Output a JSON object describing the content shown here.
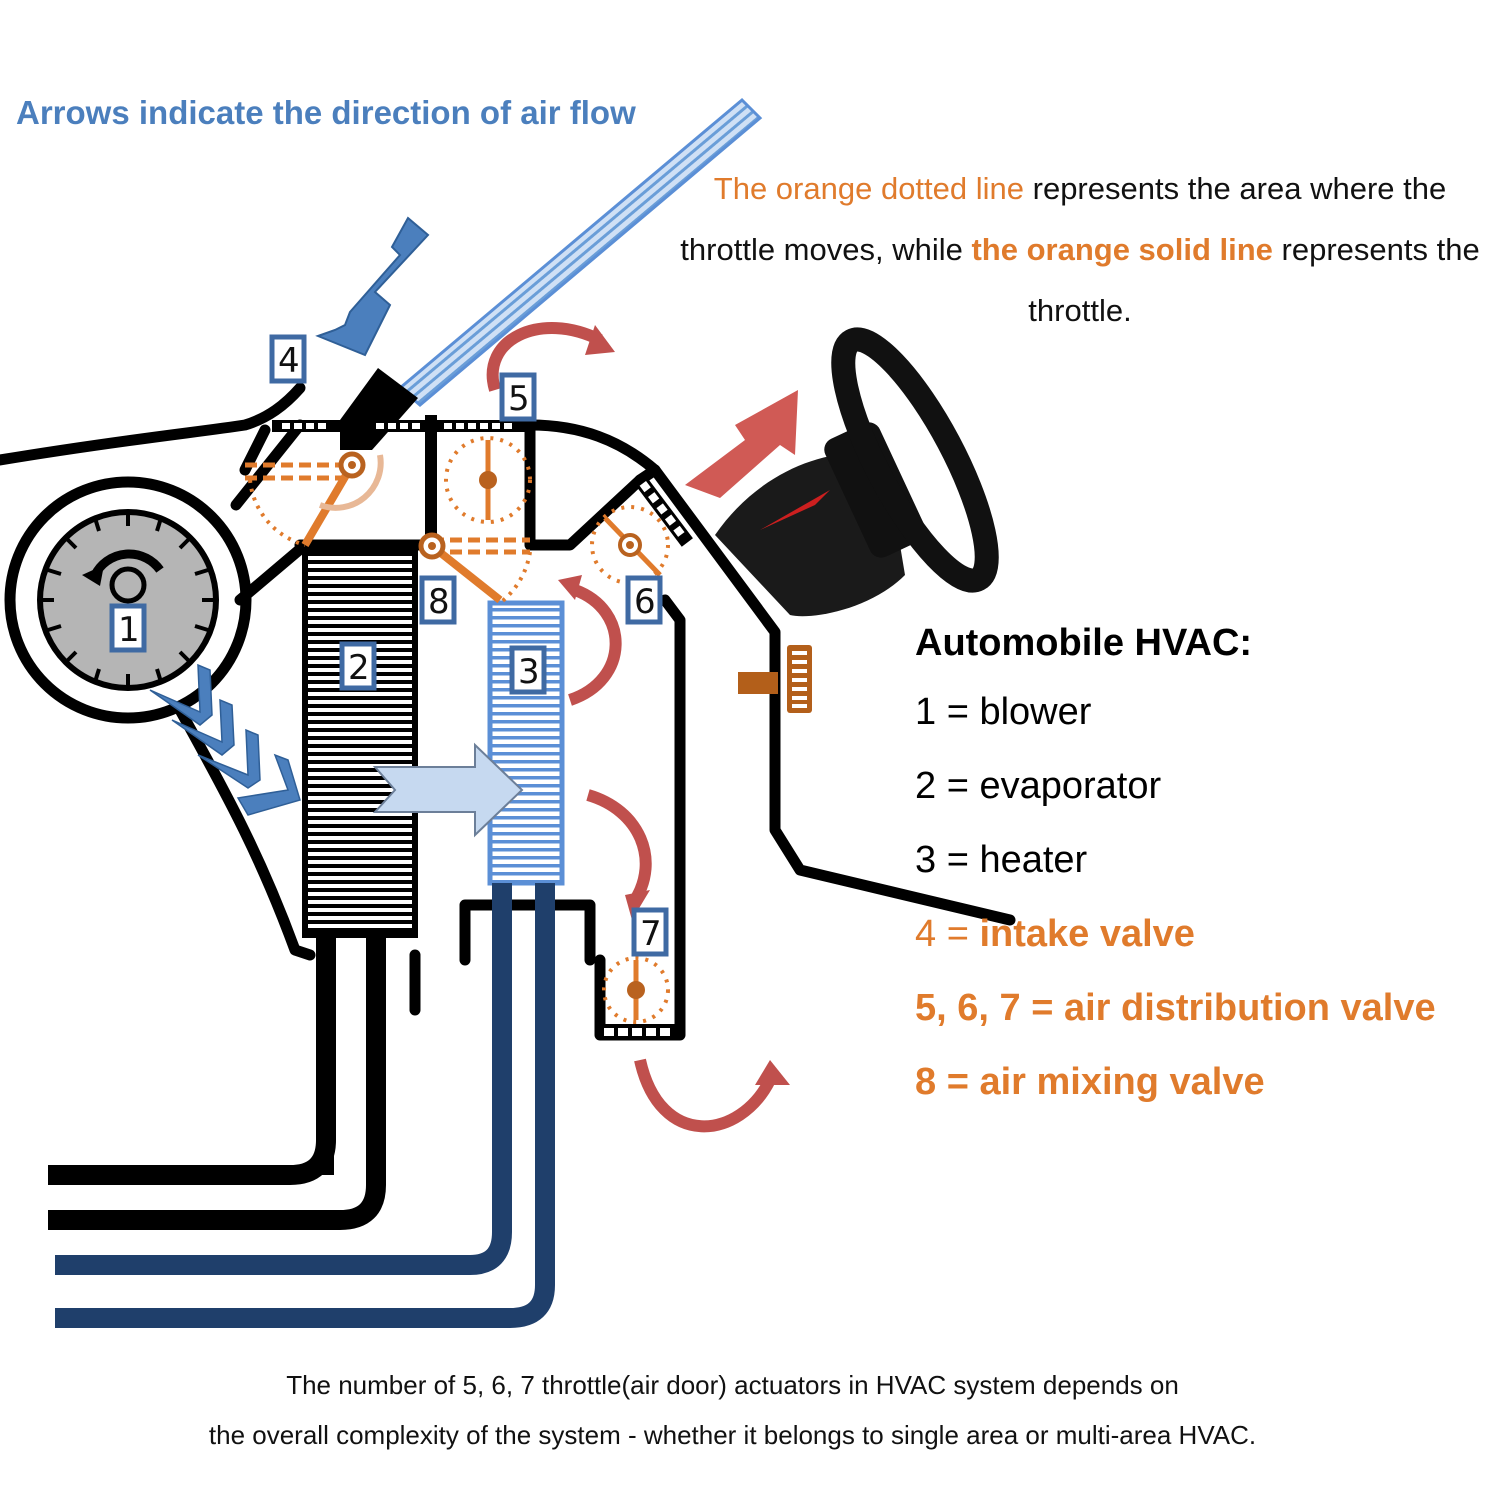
{
  "header": {
    "airflow_note": "Arrows indicate the direction of air flow"
  },
  "throttle_note": {
    "part1_orange": "The orange dotted line",
    "part2": " represents the area where the throttle moves, while ",
    "part3_orange_bold": "the orange solid line",
    "part4": " represents the throttle."
  },
  "legend": {
    "title": "Automobile HVAC:",
    "items": [
      {
        "key": "1 = ",
        "value": "blower",
        "style": "normal"
      },
      {
        "key": "2 = ",
        "value": "evaporator",
        "style": "normal"
      },
      {
        "key": "3 = ",
        "value": "heater",
        "style": "normal"
      },
      {
        "key": "4 = ",
        "value": "intake valve",
        "style": "orange"
      },
      {
        "key": "5, 6, 7 = ",
        "value": "air distribution valve",
        "style": "orange-bold"
      },
      {
        "key": "8 = ",
        "value": "air mixing valve",
        "style": "orange-bold"
      }
    ]
  },
  "diagram_labels": {
    "n1": "1",
    "n2": "2",
    "n3": "3",
    "n4": "4",
    "n5": "5",
    "n6": "6",
    "n7": "7",
    "n8": "8"
  },
  "colors": {
    "label_blue": "#4b7fbd",
    "orange": "#e07b2c",
    "red_arrow": "#c0504d",
    "dark_pipe": "#1f3f6b",
    "heater_blue": "#5b8fd6"
  },
  "footer": {
    "line1": "The number of 5, 6, 7 throttle(air door) actuators in HVAC system depends on",
    "line2": "the overall complexity of the system - whether it belongs to single area or multi-area HVAC."
  }
}
